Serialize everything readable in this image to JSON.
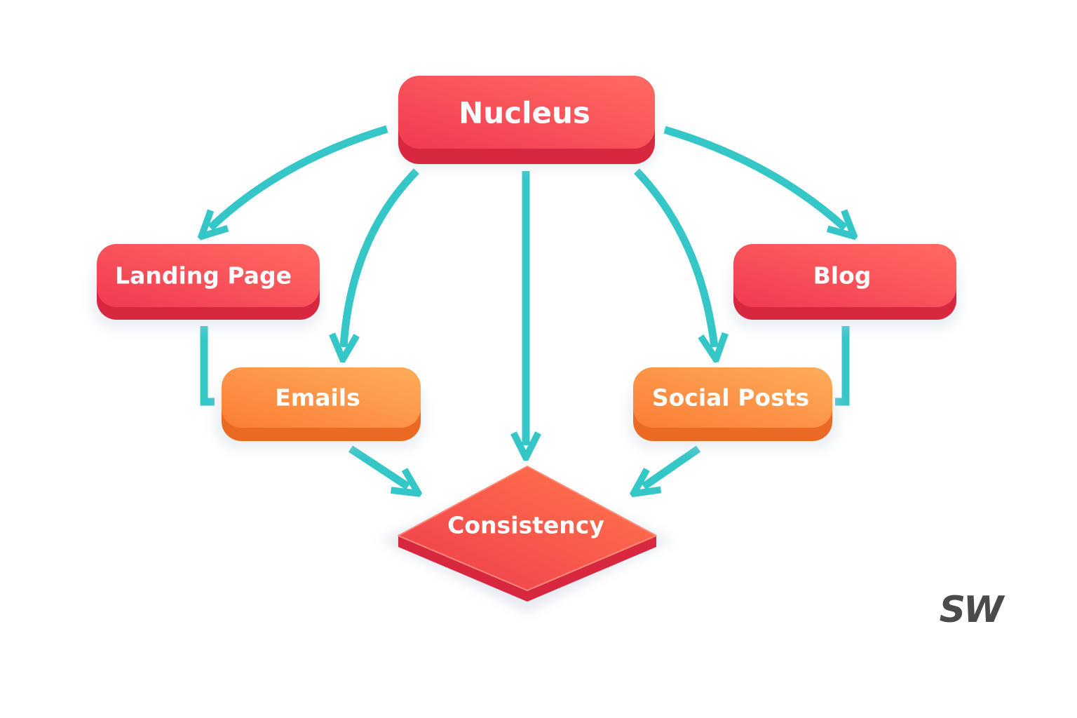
{
  "diagram": {
    "title": "Nucleus content distribution",
    "nodes": {
      "nucleus": {
        "label": "Nucleus"
      },
      "landing_page": {
        "label": "Landing Page"
      },
      "blog": {
        "label": "Blog"
      },
      "emails": {
        "label": "Emails"
      },
      "social_posts": {
        "label": "Social Posts"
      },
      "consistency": {
        "label": "Consistency"
      }
    },
    "edges": [
      {
        "from": "Nucleus",
        "to": "Landing Page"
      },
      {
        "from": "Nucleus",
        "to": "Emails"
      },
      {
        "from": "Nucleus",
        "to": "Consistency"
      },
      {
        "from": "Nucleus",
        "to": "Social Posts"
      },
      {
        "from": "Nucleus",
        "to": "Blog"
      },
      {
        "from": "Landing Page",
        "to": "Emails"
      },
      {
        "from": "Blog",
        "to": "Social Posts"
      },
      {
        "from": "Emails",
        "to": "Consistency"
      },
      {
        "from": "Social Posts",
        "to": "Consistency"
      }
    ]
  },
  "logo": {
    "text": "SW"
  },
  "colors": {
    "primary_red": "#f4465a",
    "primary_red_dark": "#d8283f",
    "orange": "#fb8a3c",
    "orange_dark": "#ea6a24",
    "arrow_teal": "#35c6c8",
    "logo_gray": "#4b4b4b"
  }
}
